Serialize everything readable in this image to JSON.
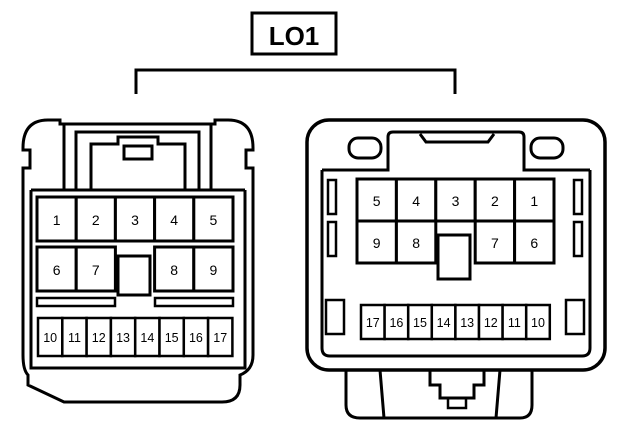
{
  "diagram": {
    "title": "LO1",
    "stroke_color": "#000000",
    "background": "#ffffff"
  },
  "left_connector": {
    "row1": [
      "1",
      "2",
      "3",
      "4",
      "5"
    ],
    "row2_left": [
      "6",
      "7"
    ],
    "row2_right": [
      "8",
      "9"
    ],
    "row3": [
      "10",
      "11",
      "12",
      "13",
      "14",
      "15",
      "16",
      "17"
    ]
  },
  "right_connector": {
    "row1": [
      "5",
      "4",
      "3",
      "2",
      "1"
    ],
    "row2_left": [
      "9",
      "8"
    ],
    "row2_right": [
      "7",
      "6"
    ],
    "row3": [
      "17",
      "16",
      "15",
      "14",
      "13",
      "12",
      "11",
      "10"
    ]
  }
}
